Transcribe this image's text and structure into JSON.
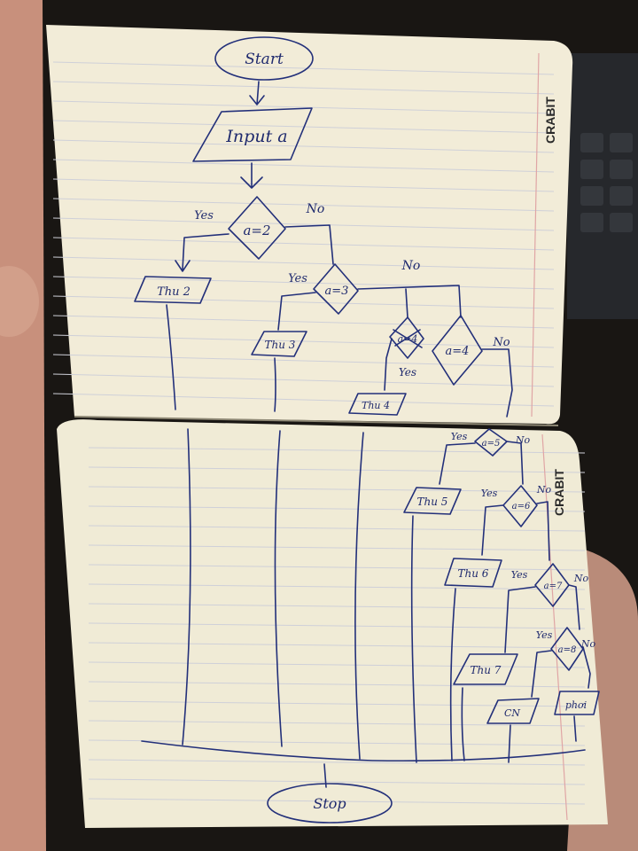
{
  "brand": "CRABIT",
  "flowchart": {
    "start": "Start",
    "input": "Input a",
    "decisions": [
      "a=2",
      "a=3",
      "a=4",
      "a=4",
      "a=5",
      "a=6",
      "a=7",
      "a=8"
    ],
    "outputs": [
      "Thu 2",
      "Thu 3",
      "Thu 4",
      "Thu 5",
      "Thu 6",
      "Thu 7",
      "CN",
      "phơi"
    ],
    "yes_label": "Yes",
    "no_label": "No",
    "end": "Stop"
  },
  "colors": {
    "ink": "#23307a",
    "paper": "#f3eedb",
    "line": "#c9cbd6",
    "margin": "#e4a3a3"
  }
}
